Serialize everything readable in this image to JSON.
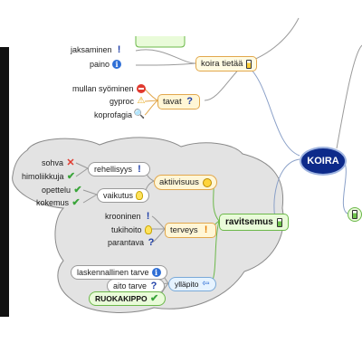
{
  "root": {
    "label": "KOIRA"
  },
  "top_cut_label": "",
  "koira_tietaa": {
    "label": "koira tietää",
    "icon": "battery-yellow-icon",
    "children": [
      {
        "label": "jaksaminen",
        "icon": "exclamation-icon"
      },
      {
        "label": "paino",
        "icon": "info-icon"
      }
    ]
  },
  "tavat": {
    "label": "tavat",
    "icon": "question-icon",
    "children": [
      {
        "label": "mullan syöminen",
        "icon": "no-entry-icon"
      },
      {
        "label": "gyproc",
        "icon": "warning-icon"
      },
      {
        "label": "koprofagia",
        "icon": "magnifier-icon"
      }
    ]
  },
  "ravitsemus": {
    "label": "ravitsemus",
    "icon": "battery-green-icon",
    "aktiivisuus": {
      "label": "aktiivisuus",
      "icon": "smiley-icon",
      "rehellisyys": {
        "label": "rehellisyys",
        "icon": "exclamation-icon",
        "children": [
          {
            "label": "sohva",
            "icon": "cross-icon"
          },
          {
            "label": "himoliikkuja",
            "icon": "check-icon"
          }
        ]
      },
      "vaikutus": {
        "label": "vaikutus",
        "icon": "lightbulb-icon",
        "children": [
          {
            "label": "opettelu",
            "icon": "check-icon"
          },
          {
            "label": "kokemus",
            "icon": "check-icon"
          }
        ]
      }
    },
    "terveys": {
      "label": "terveys",
      "icon": "exclamation-orange-icon",
      "children": [
        {
          "label": "krooninen",
          "icon": "exclamation-icon"
        },
        {
          "label": "tukihoito",
          "icon": "lightbulb-icon"
        },
        {
          "label": "parantava",
          "icon": "question-icon"
        }
      ]
    },
    "yllapito": {
      "label": "ylläpito",
      "icon": "arrow-left-icon",
      "children": [
        {
          "label": "laskennallinen tarve",
          "icon": "info-icon"
        },
        {
          "label": "aito tarve",
          "icon": "question-icon"
        },
        {
          "label": "RUOKAKIPPO",
          "icon": "check-icon"
        }
      ]
    }
  },
  "right_branch": {
    "icon": "battery-green-icon"
  }
}
